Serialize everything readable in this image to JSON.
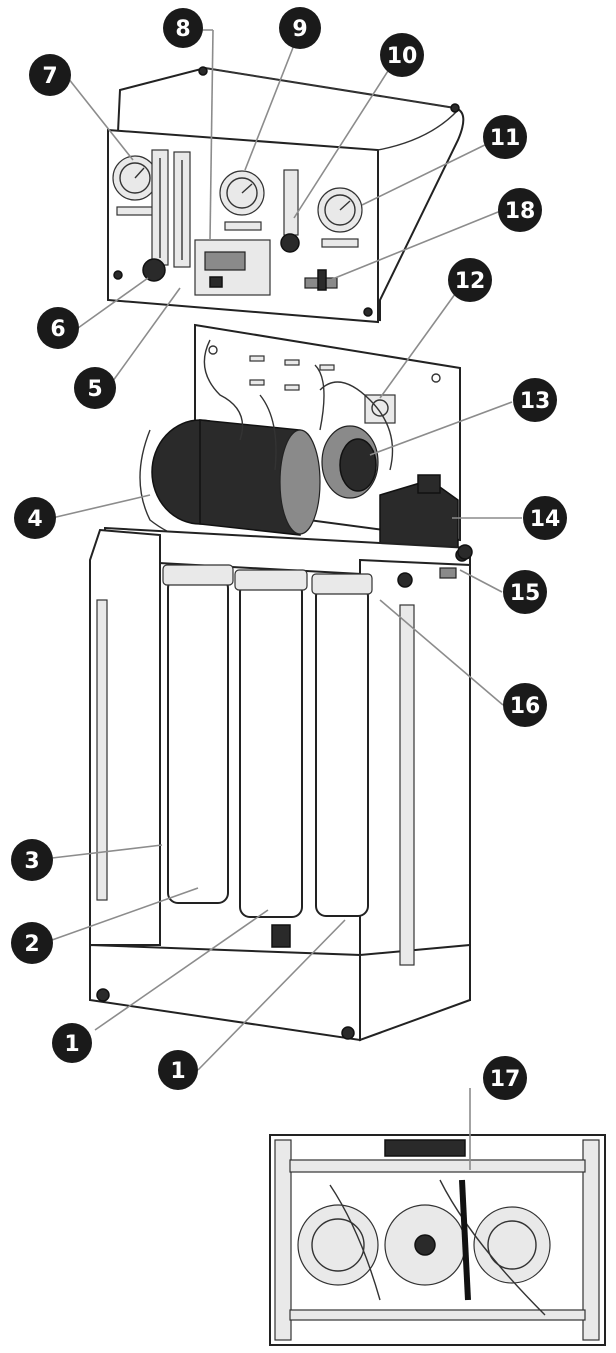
{
  "callouts": [
    {
      "id": "c1a",
      "label": "1"
    },
    {
      "id": "c1b",
      "label": "1"
    },
    {
      "id": "c2",
      "label": "2"
    },
    {
      "id": "c3",
      "label": "3"
    },
    {
      "id": "c4",
      "label": "4"
    },
    {
      "id": "c5",
      "label": "5"
    },
    {
      "id": "c6",
      "label": "6"
    },
    {
      "id": "c7",
      "label": "7"
    },
    {
      "id": "c8",
      "label": "8"
    },
    {
      "id": "c9",
      "label": "9"
    },
    {
      "id": "c10",
      "label": "10"
    },
    {
      "id": "c11",
      "label": "11"
    },
    {
      "id": "c12",
      "label": "12"
    },
    {
      "id": "c13",
      "label": "13"
    },
    {
      "id": "c14",
      "label": "14"
    },
    {
      "id": "c15",
      "label": "15"
    },
    {
      "id": "c16",
      "label": "16"
    },
    {
      "id": "c17",
      "label": "17"
    },
    {
      "id": "c18",
      "label": "18"
    }
  ],
  "colors": {
    "callout_fill": "#1a1a1a",
    "callout_text": "#ffffff",
    "leader_line": "#8c8c8c",
    "line_art": "#222222"
  }
}
